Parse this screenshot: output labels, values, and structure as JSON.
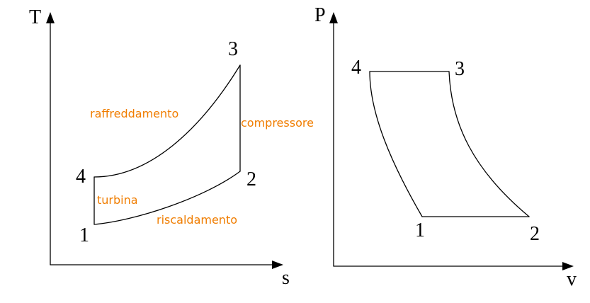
{
  "colors": {
    "line": "#000000",
    "process_label": "#f07d00"
  },
  "ts_diagram": {
    "y_axis_label": "T",
    "x_axis_label": "s",
    "points": {
      "p1": "1",
      "p2": "2",
      "p3": "3",
      "p4": "4"
    },
    "processes": {
      "compressor": "compressore",
      "cooling": "raffreddamento",
      "turbine": "turbina",
      "heating": "riscaldamento"
    }
  },
  "pv_diagram": {
    "y_axis_label": "P",
    "x_axis_label": "v",
    "points": {
      "p1": "1",
      "p2": "2",
      "p3": "3",
      "p4": "4"
    }
  }
}
